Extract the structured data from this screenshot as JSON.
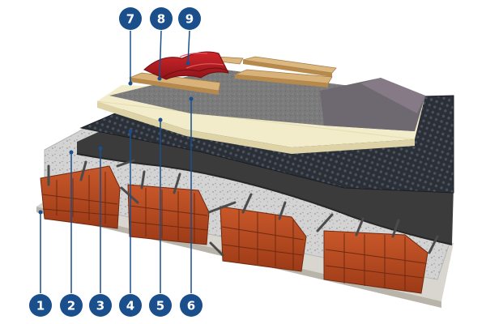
{
  "diagram": {
    "colors": {
      "callout": "#1a4f8c",
      "leader": "#1a4f8c",
      "brick": "#b7481f",
      "concrete": "#cfcfcf",
      "bitumen": "#3a3a3a",
      "drain_mesh": "#272a30",
      "insulation": "#f2eccb",
      "membrane": "#7c7c7c",
      "batten": "#d9b27a",
      "roof_tile": "#b81d22"
    },
    "callouts": [
      {
        "label": "1",
        "layer": "base-slab"
      },
      {
        "label": "2",
        "layer": "concrete-screed"
      },
      {
        "label": "3",
        "layer": "bitumen-primer"
      },
      {
        "label": "4",
        "layer": "drainage-membrane"
      },
      {
        "label": "5",
        "layer": "thermal-insulation"
      },
      {
        "label": "6",
        "layer": "waterproof-membrane"
      },
      {
        "label": "7",
        "layer": "counter-battens"
      },
      {
        "label": "8",
        "layer": "battens"
      },
      {
        "label": "9",
        "layer": "roof-tiles"
      }
    ]
  }
}
